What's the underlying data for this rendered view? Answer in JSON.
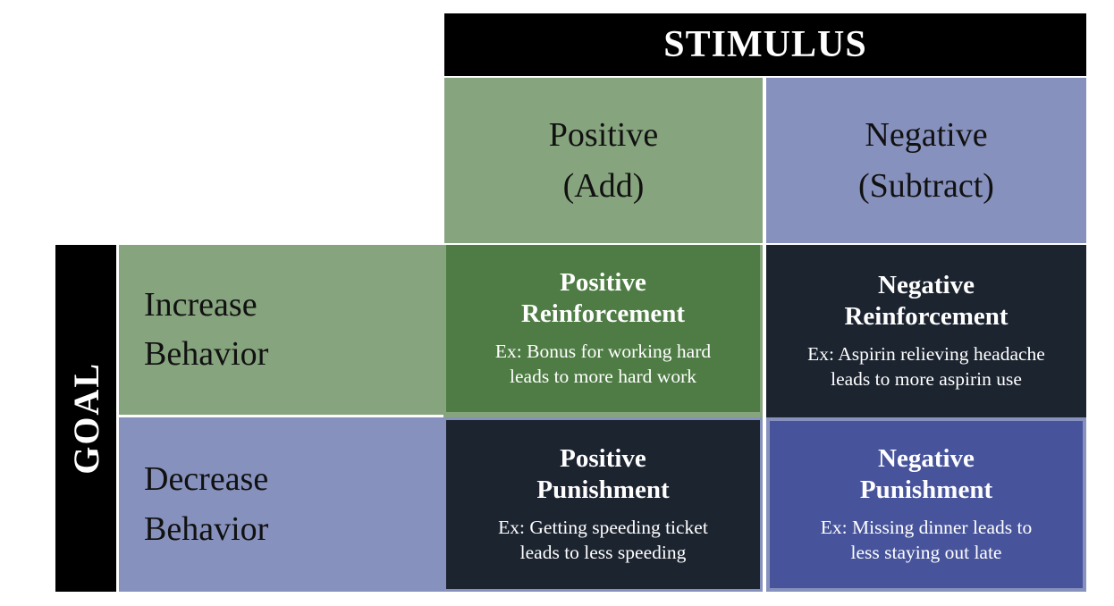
{
  "matrix": {
    "stimulus_header": "STIMULUS",
    "goal_header": "GOAL",
    "columns": [
      {
        "id": "positive",
        "label": "Positive\n(Add)"
      },
      {
        "id": "negative",
        "label": "Negative\n(Subtract)"
      }
    ],
    "rows": [
      {
        "id": "increase",
        "label": "Increase\nBehavior"
      },
      {
        "id": "decrease",
        "label": "Decrease\nBehavior"
      }
    ],
    "cells": [
      {
        "id": "positive-reinforcement",
        "title": "Positive\nReinforcement",
        "example": "Ex: Bonus for working hard\nleads to more hard work"
      },
      {
        "id": "negative-reinforcement",
        "title": "Negative\nReinforcement",
        "example": "Ex: Aspirin relieving headache\nleads to more aspirin use"
      },
      {
        "id": "positive-punishment",
        "title": "Positive\nPunishment",
        "example": "Ex: Getting speeding ticket\nleads to less speeding"
      },
      {
        "id": "negative-punishment",
        "title": "Negative\nPunishment",
        "example": "Ex: Missing dinner leads to\nless staying out late"
      }
    ],
    "colors": {
      "header_bar_black": "#000000",
      "light_green": "#86A47D",
      "dark_green": "#4E7C44",
      "light_purple": "#8791BD",
      "dark_navy": "#1C2430",
      "medium_blue": "#47549B",
      "text_dark": "#111111",
      "text_light": "#FFFFFF",
      "page_background": "#FFFFFF"
    }
  }
}
